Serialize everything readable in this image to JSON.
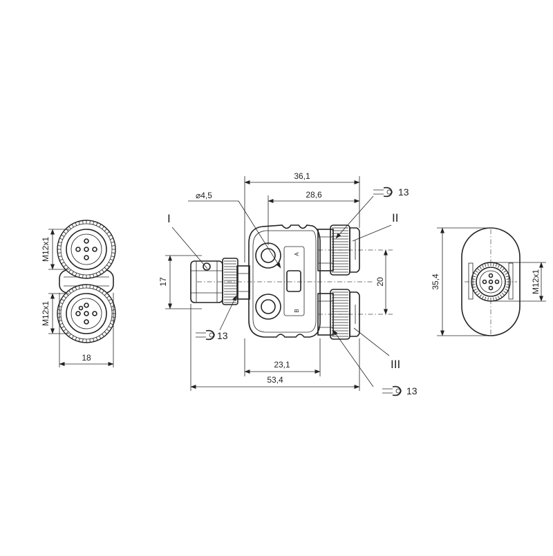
{
  "side_view": {
    "thread_top": "M12x1",
    "thread_bottom": "M12x1",
    "width": "18"
  },
  "front_view": {
    "hole_dia": "⌀4,5",
    "width_total": "36,1",
    "width_inner": "28,6",
    "height_left": "17",
    "spacing": "20",
    "body_width": "23,1",
    "length_total": "53,4",
    "port_in": "I",
    "port_a": "II",
    "port_b": "III",
    "mark_a": "A",
    "mark_b": "B",
    "wrench_top": "13",
    "wrench_left": "13",
    "wrench_bottom": "13"
  },
  "end_view": {
    "height": "35,4",
    "thread": "M12x1"
  }
}
